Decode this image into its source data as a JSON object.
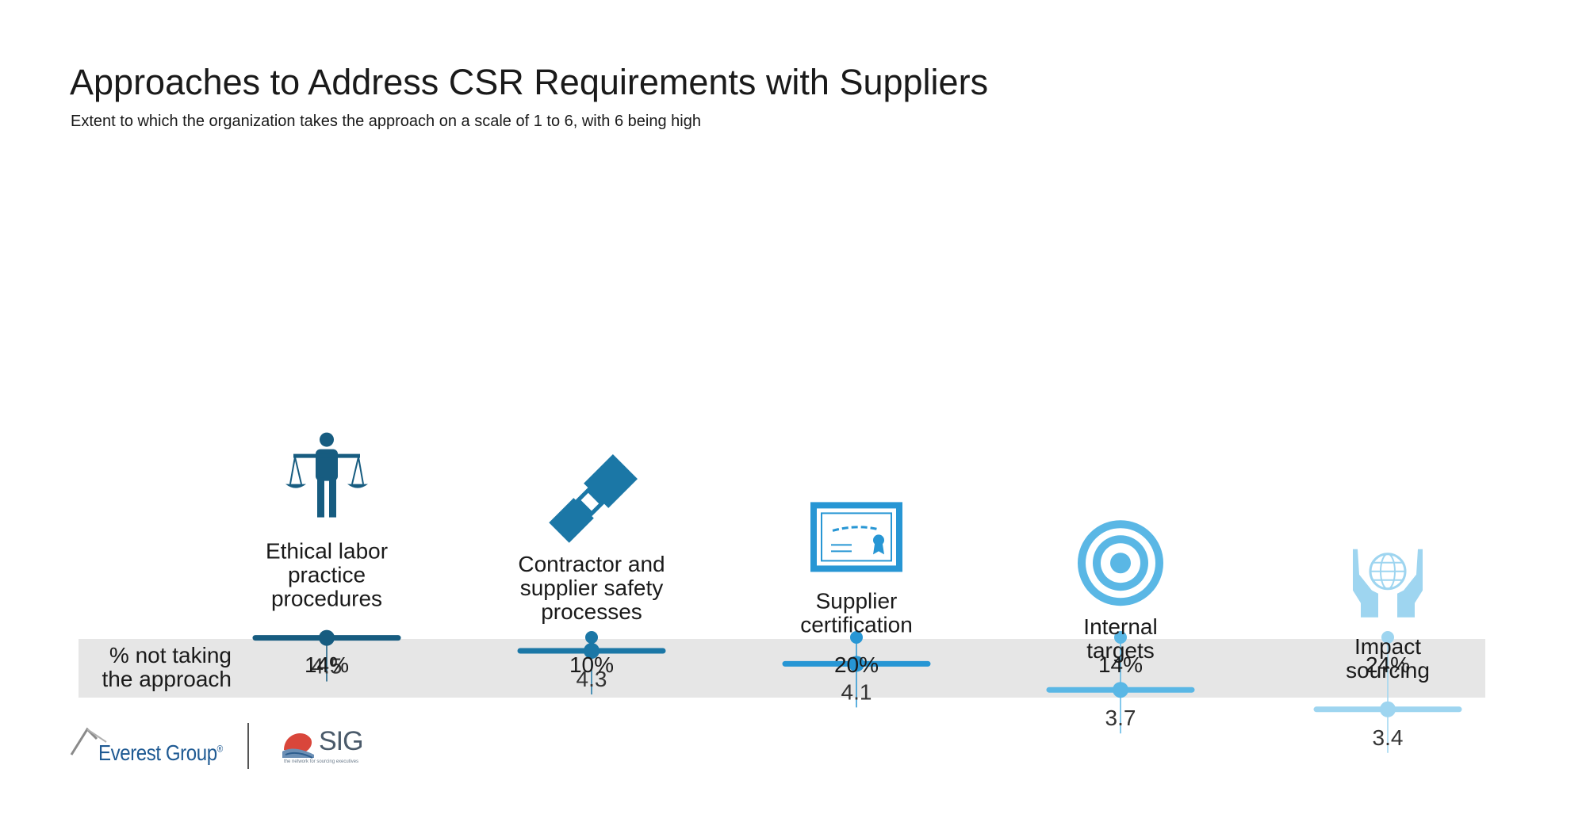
{
  "header": {
    "title": "Approaches to Address CSR Requirements with Suppliers",
    "subtitle": "Extent to which the organization takes the approach on a scale of 1 to 6, with 6 being high"
  },
  "band": {
    "label_line1": "% not taking",
    "label_line2": "the approach"
  },
  "chart_data": {
    "type": "lollipop",
    "title": "Approaches to Address CSR Requirements with Suppliers",
    "subtitle": "Extent to which the organization takes the approach on a scale of 1 to 6, with 6 being high",
    "scale": [
      1,
      6
    ],
    "categories": [
      [
        "Ethical labor",
        "practice",
        "procedures"
      ],
      [
        "Contractor and",
        "supplier safety",
        "processes"
      ],
      [
        "Supplier",
        "certification"
      ],
      [
        "Internal",
        "targets"
      ],
      [
        "Impact",
        "sourcing"
      ]
    ],
    "values": [
      4.5,
      4.3,
      4.1,
      3.7,
      3.4
    ],
    "value_labels": [
      "4.5",
      "4.3",
      "4.1",
      "3.7",
      "3.4"
    ],
    "percent_not_taking": [
      "14%",
      "10%",
      "20%",
      "14%",
      "24%"
    ],
    "icons": [
      "scales-person-icon",
      "seatbelt-icon",
      "certificate-icon",
      "target-icon",
      "hands-globe-icon"
    ],
    "colors": [
      "#175c80",
      "#1b77a6",
      "#2796d4",
      "#5ab7e5",
      "#9ed5f0"
    ],
    "grid": false,
    "legend": "none"
  },
  "footer": {
    "everest_logo_text": "Everest Group",
    "everest_reg": "®",
    "sig_logo_text": "SIG",
    "sig_tagline": "the network for sourcing executives"
  }
}
